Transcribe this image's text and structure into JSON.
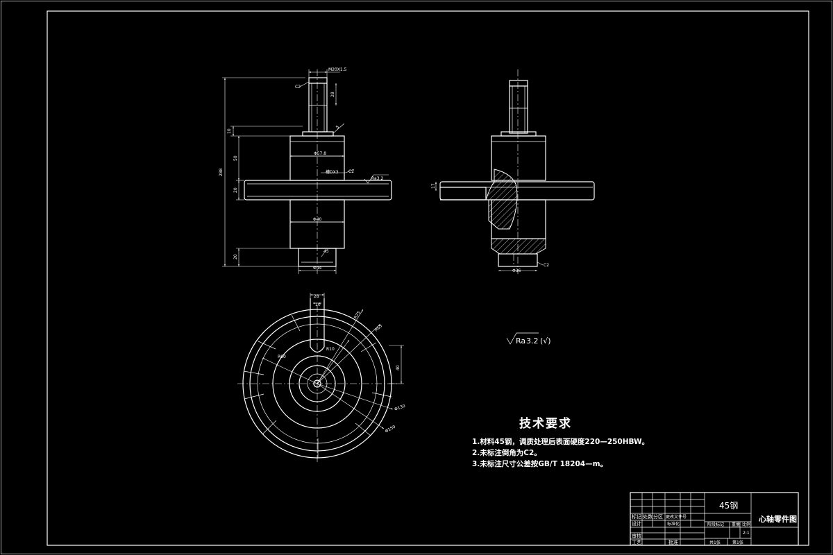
{
  "dimensions": {
    "thread": "M20X1.5",
    "chamfer_top": "C2",
    "shaft_height": "28",
    "shoulder_10": "10",
    "shoulder_5": "5",
    "overall_height": "288",
    "d50": "50",
    "d20_flange": "20",
    "d20_bottom": "20",
    "phi57": "Φ57.8",
    "r_ring": "槽DX3",
    "chamfer_flange": "C2",
    "phi40": "Φ40",
    "angle45": "45",
    "phi44": "Φ44",
    "side_small": "17",
    "side_chamfer": "C2",
    "side_phi": "Φ36",
    "bottom_28": "28",
    "bottom_10": "10",
    "bottom_r10": "R10",
    "bottom_r75": "R75",
    "bottom_r65": "R65",
    "bottom_r60": "R60",
    "bottom_right_dim": "40",
    "bottom_phi130": "Φ130",
    "bottom_phi150": "Φ150"
  },
  "surface_note": "Ra3.2",
  "surface_general": {
    "symbol": "Ra",
    "value": "3.2",
    "paren": "(√)"
  },
  "requirements": {
    "title": "技术要求",
    "lines": [
      "1.材料45钢，调质处理后表面硬度220—250HBW。",
      "2.未标注倒角为C2。",
      "3.未标注尺寸公差按GB/T 18204—m。"
    ]
  },
  "title_block": {
    "material": "45钢",
    "part_name": "心轴零件图",
    "scale": "2:1",
    "sheet_total": "共1张",
    "sheet_no": "第1张",
    "labels": {
      "mark": "标记",
      "count": "处数",
      "zone": "分区",
      "change_doc": "更改文件号",
      "design": "设计",
      "standardize": "标准化",
      "review": "审核",
      "process": "工艺",
      "approve": "批准",
      "stage_mark": "阶段标记",
      "weight": "重量",
      "ratio": "比例"
    }
  }
}
